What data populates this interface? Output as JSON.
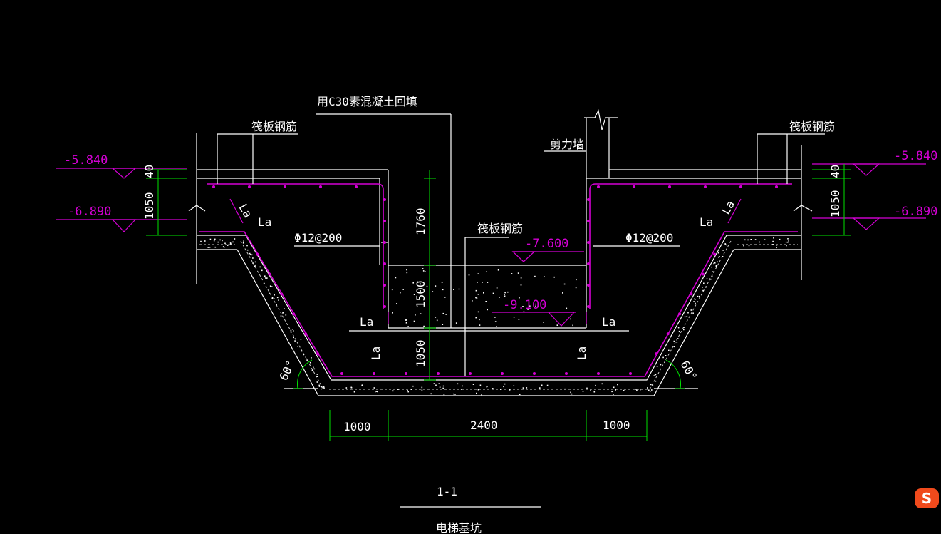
{
  "drawing": {
    "title": "1-1",
    "subtitle": "电梯基坑",
    "labels": {
      "backfill": "用C30素混凝土回填",
      "raft_rebar_left": "筏板钢筋",
      "raft_rebar_right": "筏板钢筋",
      "raft_rebar_center": "筏板钢筋",
      "shear_wall": "剪力墙",
      "rebar_left": "Φ12@200",
      "rebar_right": "Φ12@200",
      "la": "La"
    },
    "elevations": {
      "top_left": "-5.840",
      "bottom_left": "-6.890",
      "top_right": "-5.840",
      "bottom_right": "-6.890",
      "pit_top": "-7.600",
      "pit_bottom": "-9.100"
    },
    "dimensions": {
      "left_40": "40",
      "left_1050": "1050",
      "right_40": "40",
      "right_1050": "1050",
      "center_1760": "1760",
      "center_1500": "1500",
      "center_1050": "1050",
      "bottom_left_1000": "1000",
      "bottom_center_2400": "2400",
      "bottom_right_1000": "1000",
      "angle_left": "60°",
      "angle_right": "60°"
    }
  },
  "colors": {
    "background": "#000000",
    "linework": "#ffffff",
    "rebar": "#d400d4",
    "dimension": "#00e000"
  },
  "watermark": {
    "text": "S"
  }
}
